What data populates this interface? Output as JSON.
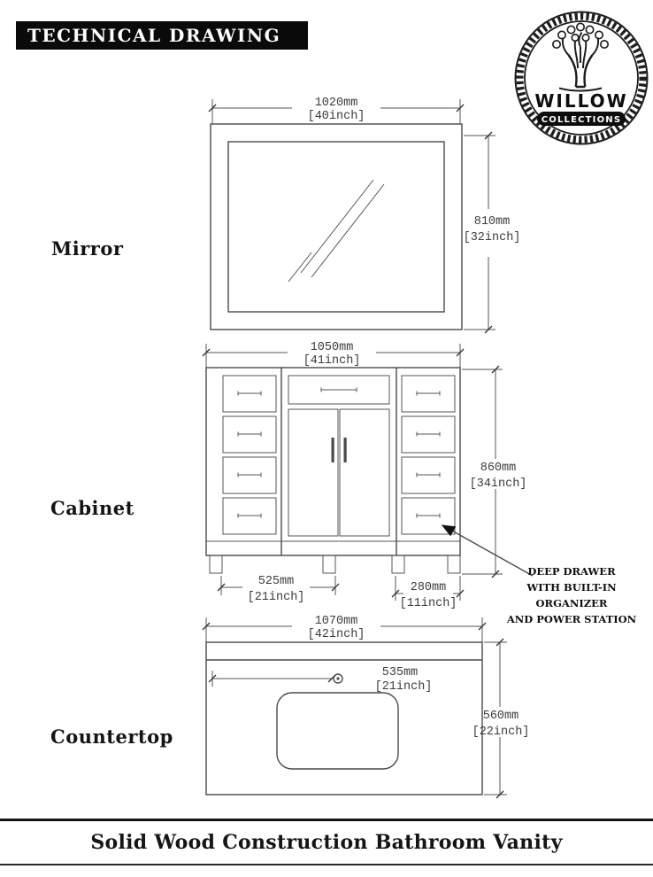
{
  "header": {
    "title": "TECHNICAL DRAWING"
  },
  "logo": {
    "brand": "WILLOW",
    "sub": "COLLECTIONS"
  },
  "sections": {
    "mirror": {
      "label": "Mirror",
      "width_mm": "1020mm",
      "width_in": "[40inch]",
      "height_mm": "810mm",
      "height_in": "[32inch]"
    },
    "cabinet": {
      "label": "Cabinet",
      "width_mm": "1050mm",
      "width_in": "[41inch]",
      "height_mm": "860mm",
      "height_in": "[34inch]",
      "left_width_mm": "525mm",
      "left_width_in": "[21inch]",
      "right_width_mm": "280mm",
      "right_width_in": "[11inch]",
      "callout_lines": [
        "DEEP DRAWER",
        "WITH BUILT-IN",
        "ORGANIZER",
        "AND POWER STATION"
      ]
    },
    "countertop": {
      "label": "Countertop",
      "width_mm": "1070mm",
      "width_in": "[42inch]",
      "faucet_mm": "535mm",
      "faucet_in": "[21inch]",
      "depth_mm": "560mm",
      "depth_in": "[22inch]"
    }
  },
  "footer": {
    "title": "Solid Wood Construction Bathroom Vanity"
  },
  "colors": {
    "line": "#4a4a4a",
    "ink": "#111111",
    "background": "#ffffff"
  }
}
